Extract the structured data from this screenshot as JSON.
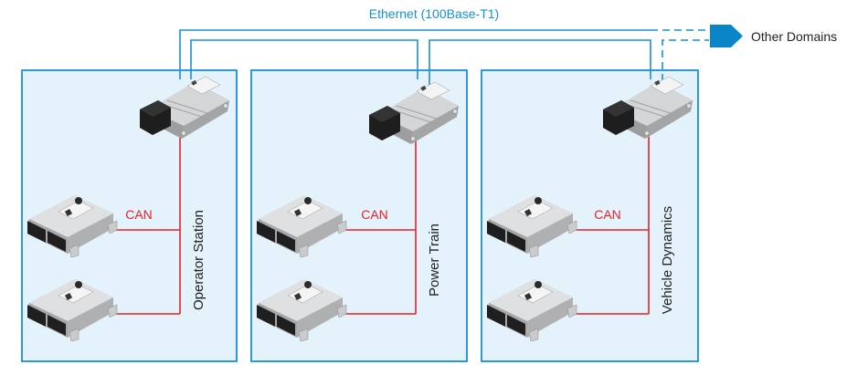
{
  "title": "Ethernet (100Base-T1)",
  "other_domains": {
    "label": "Other Domains",
    "link_style": "dashed"
  },
  "colors": {
    "ethernet": "#1a8fd0",
    "can": "#e3232b",
    "domain_fill": "#e3f2fb",
    "domain_border": "#1a8fd0",
    "arrow": "#0a86c8",
    "text": "#222222"
  },
  "domains": [
    {
      "name": "Operator Station",
      "bus_label": "CAN",
      "gateway": "gateway-ecu",
      "nodes": [
        "ecu-1",
        "ecu-2"
      ]
    },
    {
      "name": "Power Train",
      "bus_label": "CAN",
      "gateway": "gateway-ecu",
      "nodes": [
        "ecu-1",
        "ecu-2"
      ]
    },
    {
      "name": "Vehicle Dynamics",
      "bus_label": "CAN",
      "gateway": "gateway-ecu",
      "nodes": [
        "ecu-1",
        "ecu-2"
      ]
    }
  ]
}
